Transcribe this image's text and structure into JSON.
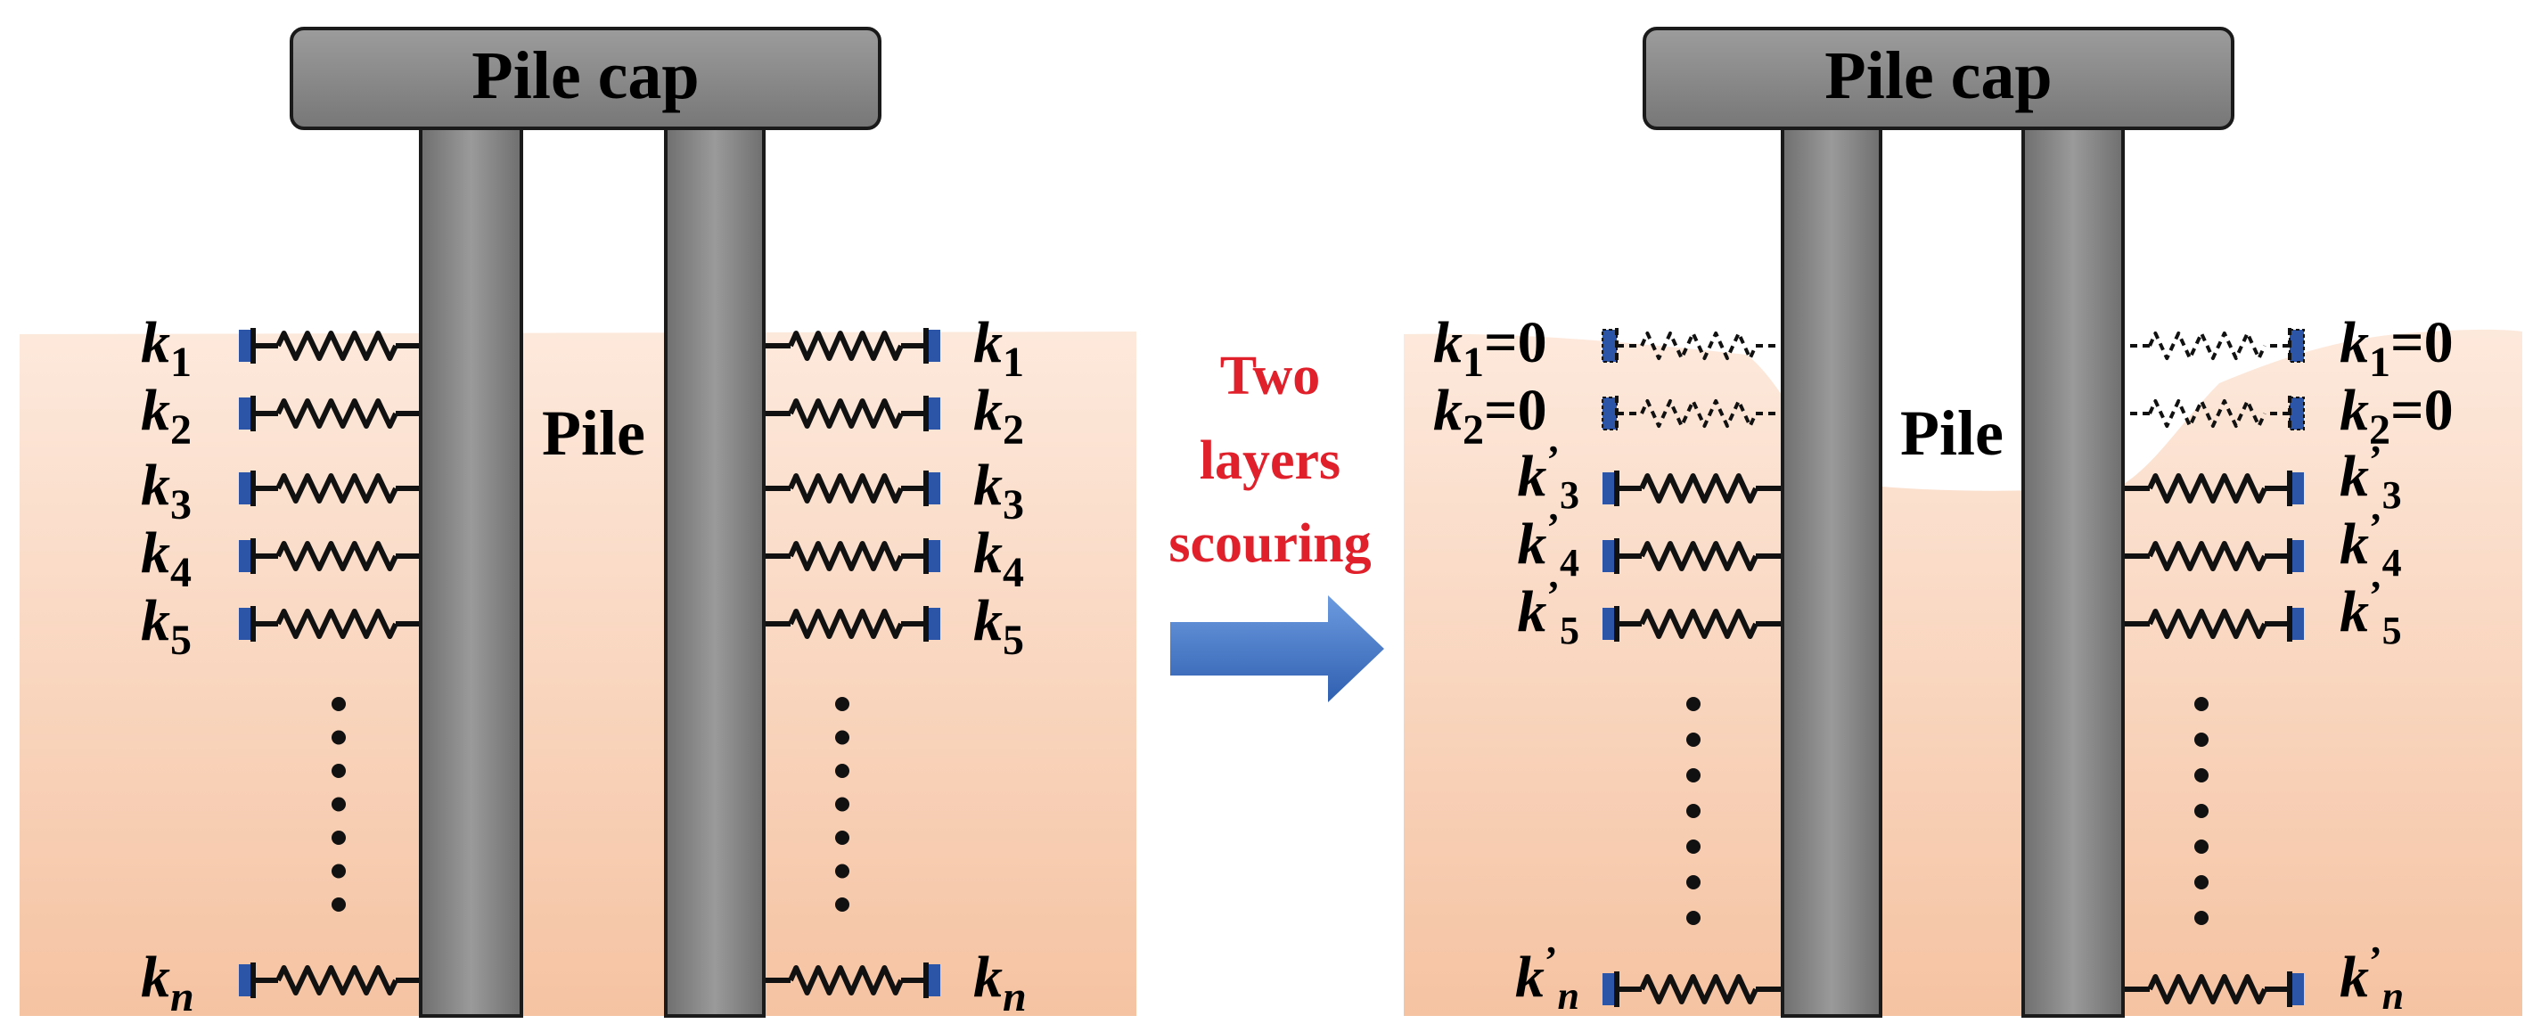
{
  "left_panel": {
    "cap_label": "Pile cap",
    "pile_label": "Pile",
    "springs": [
      {
        "base": "k",
        "sub": "1"
      },
      {
        "base": "k",
        "sub": "2"
      },
      {
        "base": "k",
        "sub": "3"
      },
      {
        "base": "k",
        "sub": "4"
      },
      {
        "base": "k",
        "sub": "5"
      },
      {
        "base": "k",
        "sub": "n"
      }
    ]
  },
  "transition": {
    "line1": "Two",
    "line2": "layers",
    "line3": "scouring",
    "text_color": "#e0202a",
    "arrow_color": "#4a7cc9"
  },
  "right_panel": {
    "cap_label": "Pile cap",
    "pile_label": "Pile",
    "removed_springs": [
      {
        "base": "k",
        "sub": "1",
        "suffix": "=0"
      },
      {
        "base": "k",
        "sub": "2",
        "suffix": "=0"
      }
    ],
    "springs": [
      {
        "base": "k",
        "sup": "’",
        "sub": "3"
      },
      {
        "base": "k",
        "sup": "’",
        "sub": "4"
      },
      {
        "base": "k",
        "sup": "’",
        "sub": "5"
      },
      {
        "base": "k",
        "sup": "’",
        "sub": "n"
      }
    ]
  },
  "colors": {
    "soil": "#f7c9a9",
    "pile": "#858585",
    "cap": "#8a8a8a",
    "anchor": "#2c55a8"
  }
}
